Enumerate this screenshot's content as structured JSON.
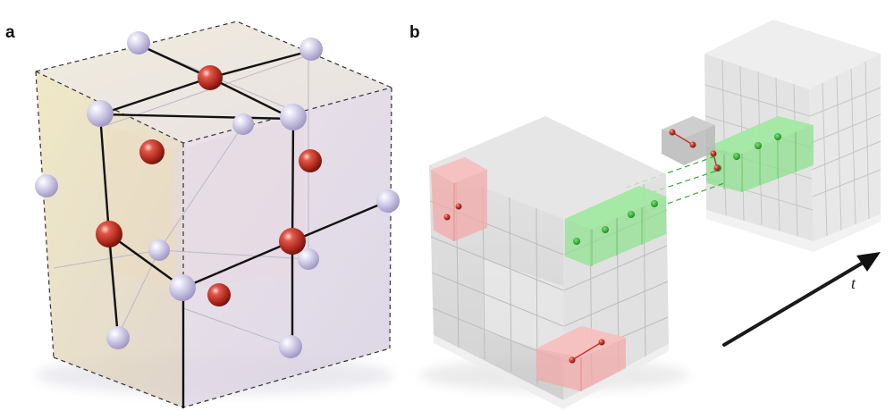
{
  "panels": {
    "a": {
      "label": "a"
    },
    "b": {
      "label": "b",
      "arrow_label": "t"
    }
  },
  "colors": {
    "oxygen_red": "#c0362c",
    "lattice_lavender": "#c9c4e2",
    "cube_left_tint": "#e6dfb8",
    "cube_right_tint": "#ddd3e6",
    "voxel_green": "#7ee07e",
    "voxel_red": "#f2a3a3",
    "voxel_gray": "#cfcfcf"
  }
}
